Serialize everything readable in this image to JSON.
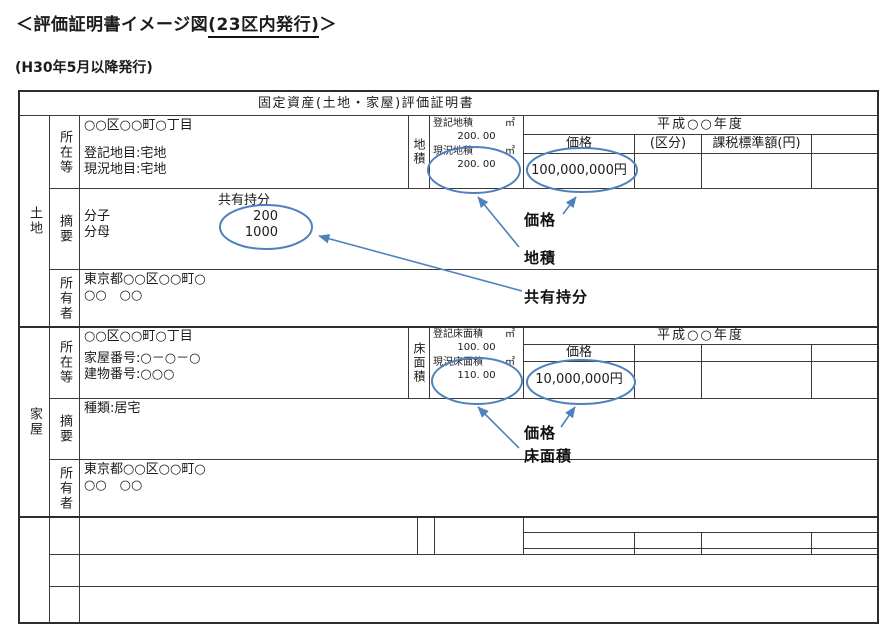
{
  "document": {
    "title_prefix": "＜評価証明書イメージ図",
    "title_underlined": "(23区内発行)",
    "title_suffix": "＞",
    "issue_note": "(H30年5月以降発行)"
  },
  "table": {
    "title": "固定資産(土地・家屋)評価証明書",
    "land": {
      "section_label": "土地",
      "location_row_label": "所在等",
      "summary_row_label": "摘要",
      "owner_row_label": "所有者",
      "location_line1": "○○区○○町○丁目",
      "location_line2": "登記地目:宅地",
      "location_line3": "現況地目:宅地",
      "area_col_label": "地積",
      "area_registered_label": "登記地積",
      "area_registered_unit": "㎡",
      "area_registered_value": "200. 00",
      "area_current_label": "現況地積",
      "area_current_unit": "㎡",
      "area_current_value": "200. 00",
      "year_header": "平成○○年度",
      "price_header": "価格",
      "category_header": "(区分)",
      "tax_base_header": "課税標準額(円)",
      "price_value": "100,000,000円",
      "share_title": "共有持分",
      "numerator_label": "分子",
      "denominator_label": "分母",
      "numerator_value": "200",
      "denominator_value": "1000",
      "owner_address": "東京都○○区○○町○",
      "owner_name": "○○　○○"
    },
    "house": {
      "section_label": "家屋",
      "location_row_label": "所在等",
      "summary_row_label": "摘要",
      "owner_row_label": "所有者",
      "location_line1": "○○区○○町○丁目",
      "location_line2": "家屋番号:○－○－○",
      "location_line3": "建物番号:○○○",
      "area_col_label": "床面積",
      "area_registered_label": "登記床面積",
      "area_registered_unit": "㎡",
      "area_registered_value": "100. 00",
      "area_current_label": "現況床面積",
      "area_current_unit": "㎡",
      "area_current_value": "110. 00",
      "year_header": "平成○○年度",
      "price_header": "価格",
      "price_value": "10,000,000円",
      "type_text": "種類:居宅",
      "owner_address": "東京都○○区○○町○",
      "owner_name": "○○　○○"
    }
  },
  "annotations": {
    "land_price_label": "価格",
    "land_area_label": "地積",
    "share_label": "共有持分",
    "house_price_label": "価格",
    "house_floor_label": "床面積",
    "accent_color": "#4f81bd"
  }
}
